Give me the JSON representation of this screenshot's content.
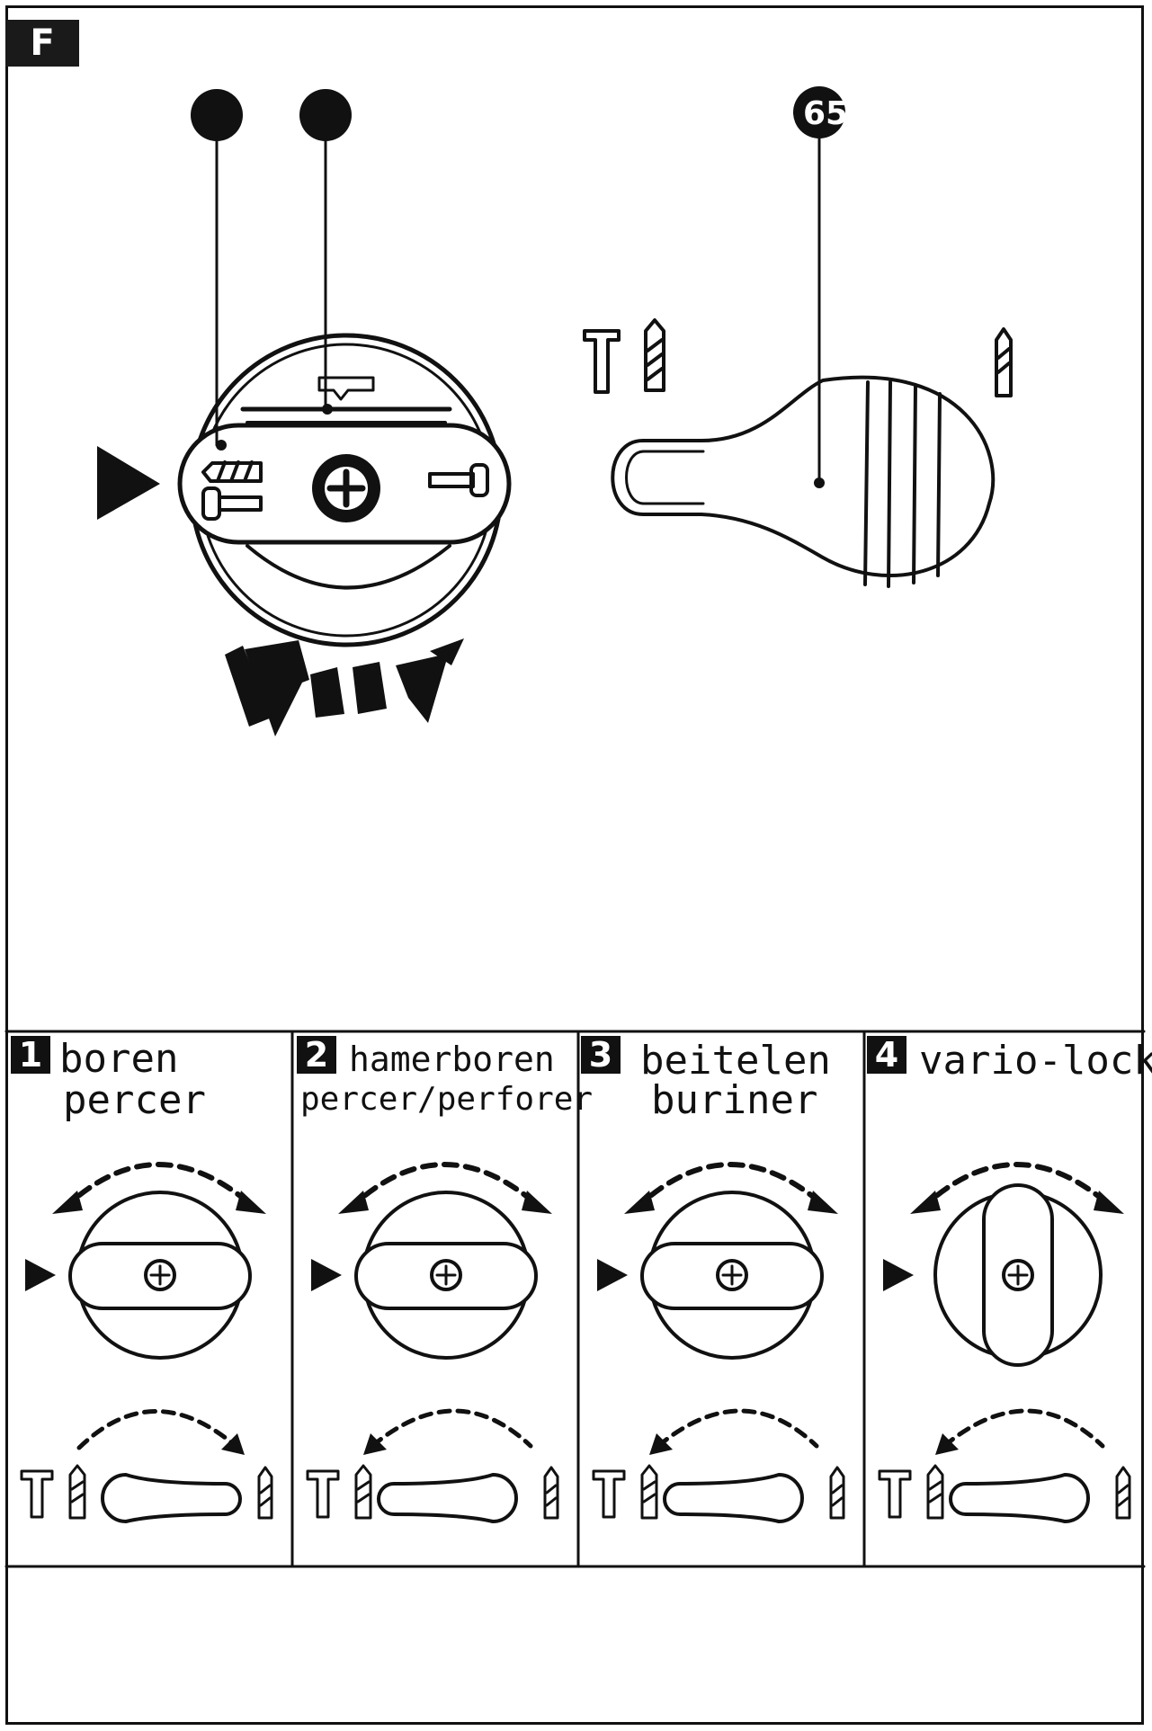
{
  "figure": {
    "label": "F",
    "callout": "65"
  },
  "modes": [
    {
      "number": "1",
      "line1": "boren",
      "line2": "percer"
    },
    {
      "number": "2",
      "line1": "hamerboren",
      "line2": "percer/perforer"
    },
    {
      "number": "3",
      "line1": "beitelen",
      "line2": "buriner"
    },
    {
      "number": "4",
      "line1": "vario-lock",
      "line2": ""
    }
  ],
  "colors": {
    "ink": "#111111",
    "paper": "#ffffff"
  }
}
